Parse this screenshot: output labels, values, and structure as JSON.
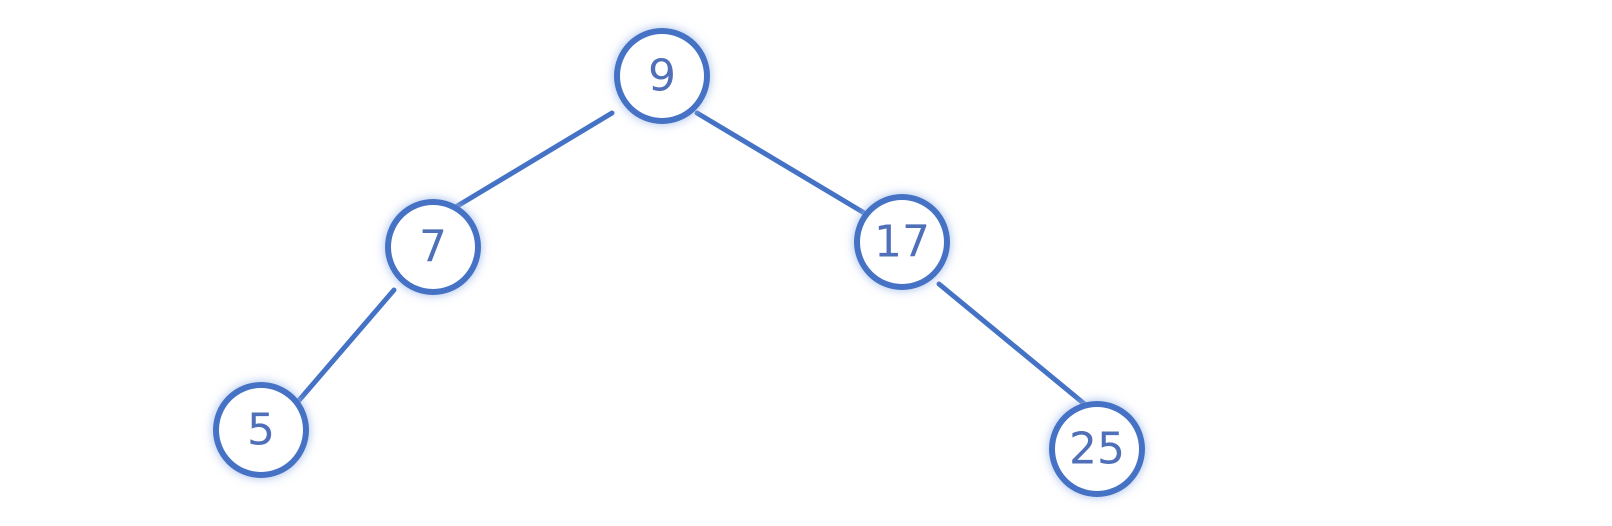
{
  "tree": {
    "stroke_color": "#4472c4",
    "glow_color": "#9db8ea",
    "text_color": "#4f6fb8",
    "nodes": [
      {
        "id": "n9",
        "label": "9"
      },
      {
        "id": "n7",
        "label": "7"
      },
      {
        "id": "n17",
        "label": "17"
      },
      {
        "id": "n5",
        "label": "5"
      },
      {
        "id": "n25",
        "label": "25"
      }
    ],
    "edges": [
      {
        "from": "n9",
        "to": "n7"
      },
      {
        "from": "n9",
        "to": "n17"
      },
      {
        "from": "n7",
        "to": "n5"
      },
      {
        "from": "n17",
        "to": "n25"
      }
    ]
  }
}
